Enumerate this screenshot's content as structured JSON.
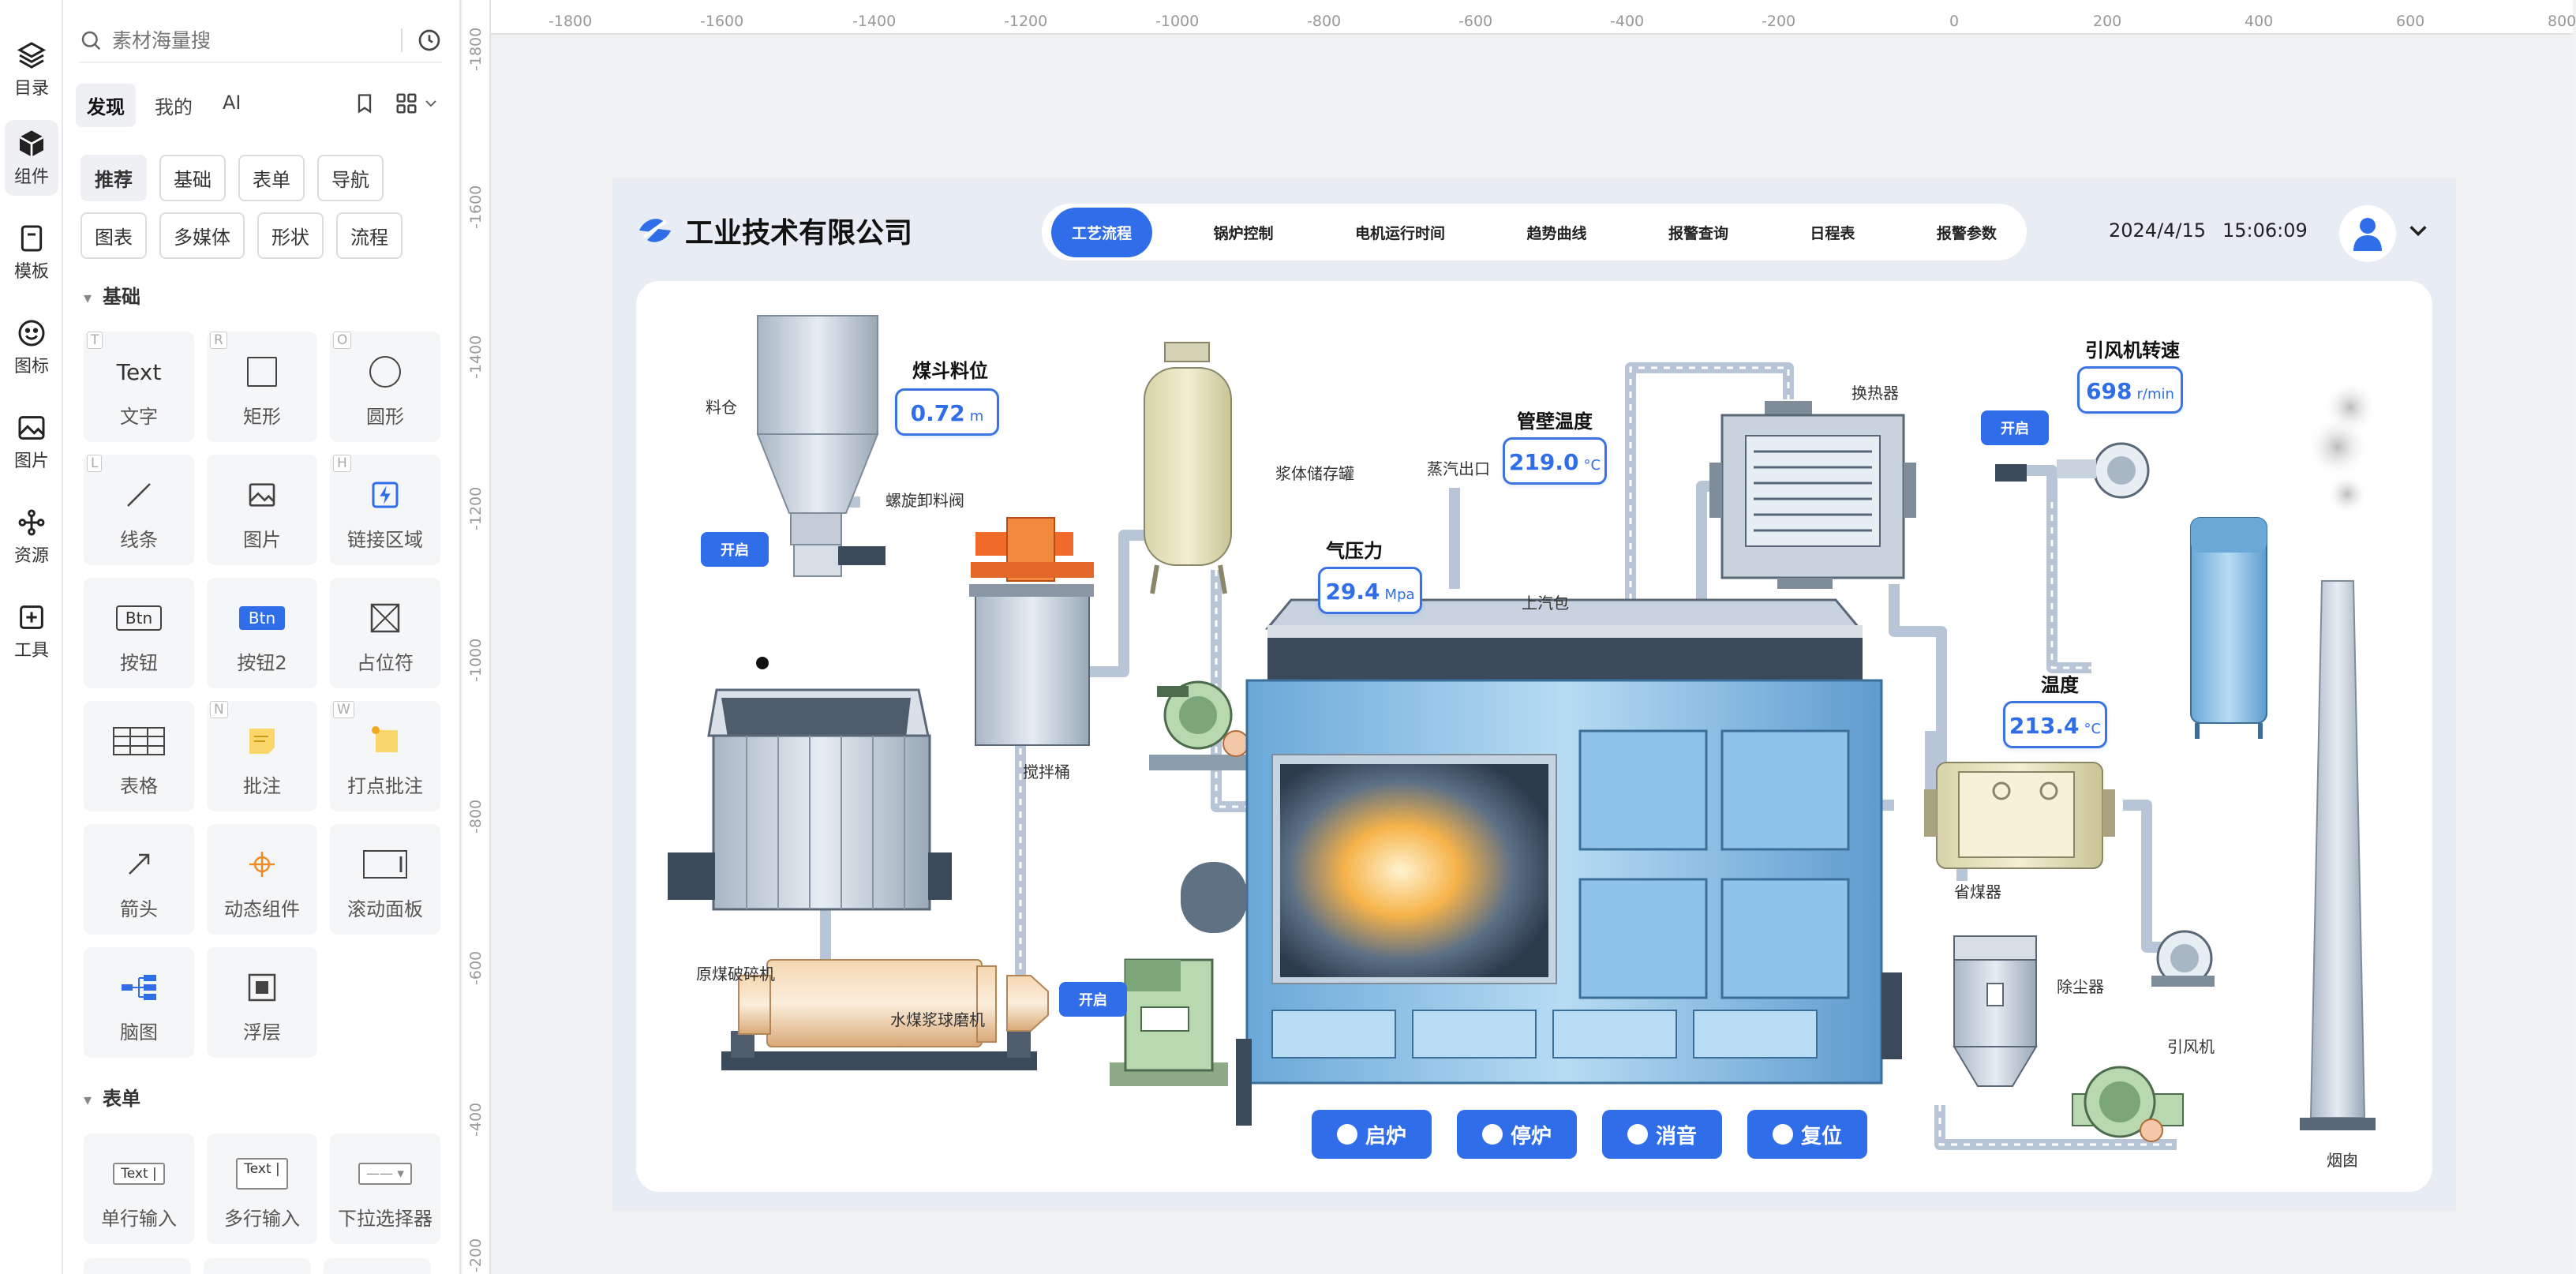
{
  "rail": [
    {
      "label": "目录",
      "icon": "layers-icon"
    },
    {
      "label": "组件",
      "icon": "cube-icon",
      "active": true
    },
    {
      "label": "模板",
      "icon": "bookmark-icon"
    },
    {
      "label": "图标",
      "icon": "smile-icon"
    },
    {
      "label": "图片",
      "icon": "image-icon"
    },
    {
      "label": "资源",
      "icon": "share-icon"
    },
    {
      "label": "工具",
      "icon": "plus-box-icon"
    }
  ],
  "search": {
    "placeholder": "素材海量搜"
  },
  "tabs": [
    "发现",
    "我的",
    "AI"
  ],
  "chips": [
    "推荐",
    "基础",
    "表单",
    "导航",
    "图表",
    "多媒体",
    "形状",
    "流程"
  ],
  "section_basic": "基础",
  "basic_items": [
    {
      "label": "文字",
      "key": "T",
      "icon": "text-icon",
      "icon_text": "Text"
    },
    {
      "label": "矩形",
      "key": "R",
      "icon": "rectangle-icon"
    },
    {
      "label": "圆形",
      "key": "O",
      "icon": "circle-icon"
    },
    {
      "label": "线条",
      "key": "L",
      "icon": "line-icon"
    },
    {
      "label": "图片",
      "key": "",
      "icon": "image-icon"
    },
    {
      "label": "链接区域",
      "key": "H",
      "icon": "link-area-icon"
    },
    {
      "label": "按钮",
      "key": "",
      "icon": "button-icon",
      "icon_text": "Btn"
    },
    {
      "label": "按钮2",
      "key": "",
      "icon": "button2-icon",
      "icon_text": "Btn"
    },
    {
      "label": "占位符",
      "key": "",
      "icon": "placeholder-icon"
    },
    {
      "label": "表格",
      "key": "",
      "icon": "table-icon"
    },
    {
      "label": "批注",
      "key": "N",
      "icon": "note-icon"
    },
    {
      "label": "打点批注",
      "key": "W",
      "icon": "pin-note-icon"
    },
    {
      "label": "箭头",
      "key": "",
      "icon": "arrow-icon"
    },
    {
      "label": "动态组件",
      "key": "",
      "icon": "dynamic-icon"
    },
    {
      "label": "滚动面板",
      "key": "",
      "icon": "scroll-panel-icon"
    },
    {
      "label": "脑图",
      "key": "",
      "icon": "mindmap-icon"
    },
    {
      "label": "浮层",
      "key": "",
      "icon": "layer-icon"
    }
  ],
  "section_form": "表单",
  "form_items": [
    {
      "label": "单行输入",
      "icon": "single-input-icon",
      "icon_text": "Text |"
    },
    {
      "label": "多行输入",
      "icon": "multi-input-icon",
      "icon_text": "Text |"
    },
    {
      "label": "下拉选择器",
      "icon": "dropdown-icon",
      "icon_text": "——"
    }
  ],
  "ruler_h": [
    "-1800",
    "-1600",
    "-1400",
    "-1200",
    "-1000",
    "-800",
    "-600",
    "-400",
    "-200",
    "0",
    "200",
    "400",
    "600",
    "800"
  ],
  "ruler_v": [
    "-1800",
    "-1600",
    "-1400",
    "-1200",
    "-1000",
    "-800",
    "-600",
    "-400",
    "-200"
  ],
  "dashboard": {
    "company": "工业技术有限公司",
    "nav": [
      "工艺流程",
      "锅炉控制",
      "电机运行时间",
      "趋势曲线",
      "报警查询",
      "日程表",
      "报警参数"
    ],
    "date": "2024/4/15",
    "time": "15:06:09",
    "labels": {
      "silo": "料仓",
      "screw_valve": "螺旋卸料阀",
      "slurry_tank": "浆体储存罐",
      "steam_out": "蒸汽出口",
      "drum": "上汽包",
      "exchanger": "换热器",
      "mixer": "搅拌桶",
      "crusher": "原煤破碎机",
      "mill": "水煤浆球磨机",
      "economizer": "省煤器",
      "dust": "除尘器",
      "fan": "引风机",
      "chimney": "烟囱"
    },
    "readings": [
      {
        "title": "煤斗料位",
        "value": "0.72",
        "unit": "m"
      },
      {
        "title": "管壁温度",
        "value": "219.0",
        "unit": "°C"
      },
      {
        "title": "气压力",
        "value": "29.4",
        "unit": "Mpa"
      },
      {
        "title": "引风机转速",
        "value": "698",
        "unit": "r/min"
      },
      {
        "title": "温度",
        "value": "213.4",
        "unit": "°C"
      }
    ],
    "open_label": "开启",
    "controls": [
      "启炉",
      "停炉",
      "消音",
      "复位"
    ]
  }
}
